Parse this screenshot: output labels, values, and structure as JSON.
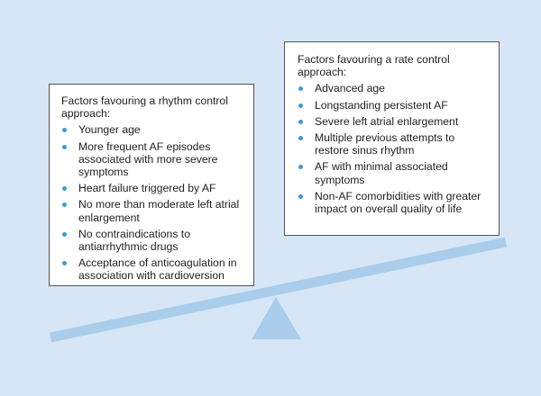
{
  "colors": {
    "background": "#d6e6f6",
    "beam": "#a9cdeb",
    "fulcrum": "#a9cdeb",
    "bullet": "#3f9ad6",
    "box_border": "#555555"
  },
  "rhythm_control": {
    "title": "Factors favouring a rhythm control approach:",
    "items": [
      "Younger age",
      "More frequent AF episodes associated with more severe symptoms",
      "Heart failure triggered by AF",
      "No more than moderate left atrial enlargement",
      "No contraindications to antiarrhythmic drugs",
      "Acceptance of anticoagulation in association with cardioversion"
    ]
  },
  "rate_control": {
    "title": "Factors favouring a rate control approach:",
    "items": [
      "Advanced age",
      "Longstanding persistent AF",
      "Severe left atrial enlargement",
      "Multiple previous attempts to restore sinus rhythm",
      "AF with minimal associated symptoms",
      "Non-AF comorbidities with greater impact on overall quality of life"
    ]
  }
}
